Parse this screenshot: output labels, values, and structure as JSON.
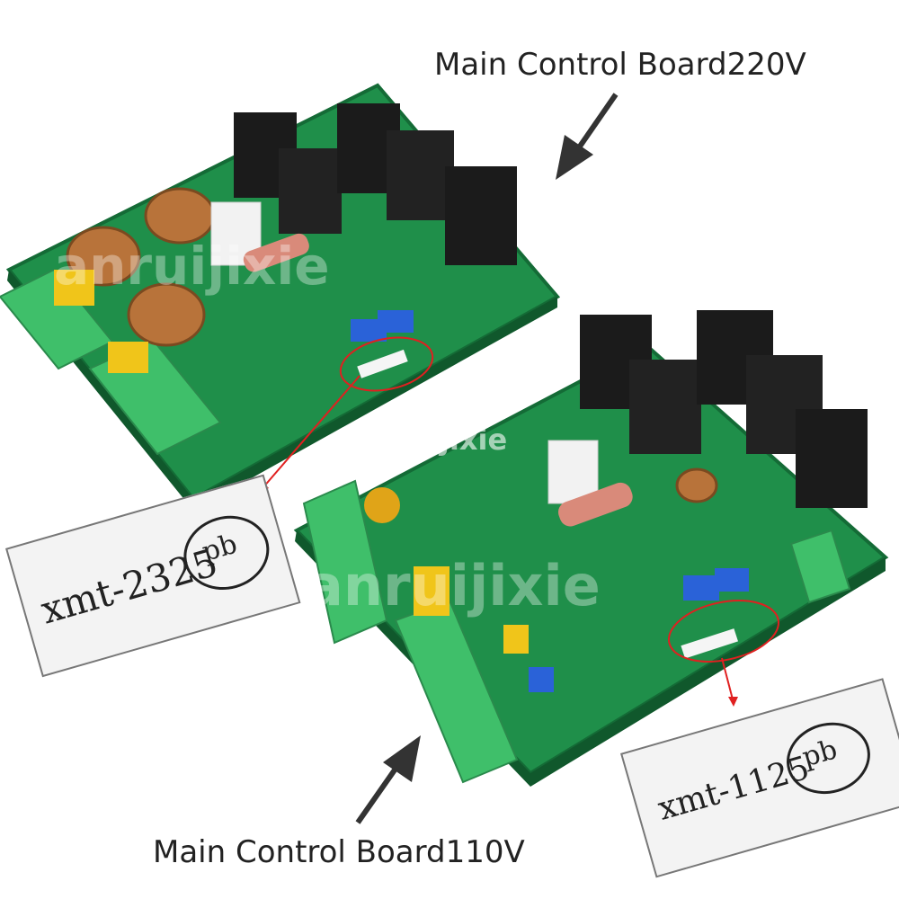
{
  "captions": {
    "top": "Main Control Board220V",
    "bottom": "Main Control Board110V"
  },
  "watermarks": [
    "anruijixie",
    "anruijixie",
    "anruijixie"
  ],
  "labels": {
    "board_220v_part": "xmt-2325",
    "board_110v_part": "xmt-1125",
    "lead_free_mark": "pb"
  },
  "colors": {
    "pcb": "#1f8f4a",
    "pcb_edge": "#146b36",
    "terminal": "#3fbf6a",
    "heatsink": "#1b1b1b",
    "callout": "#e02020",
    "arrow": "#333333"
  }
}
